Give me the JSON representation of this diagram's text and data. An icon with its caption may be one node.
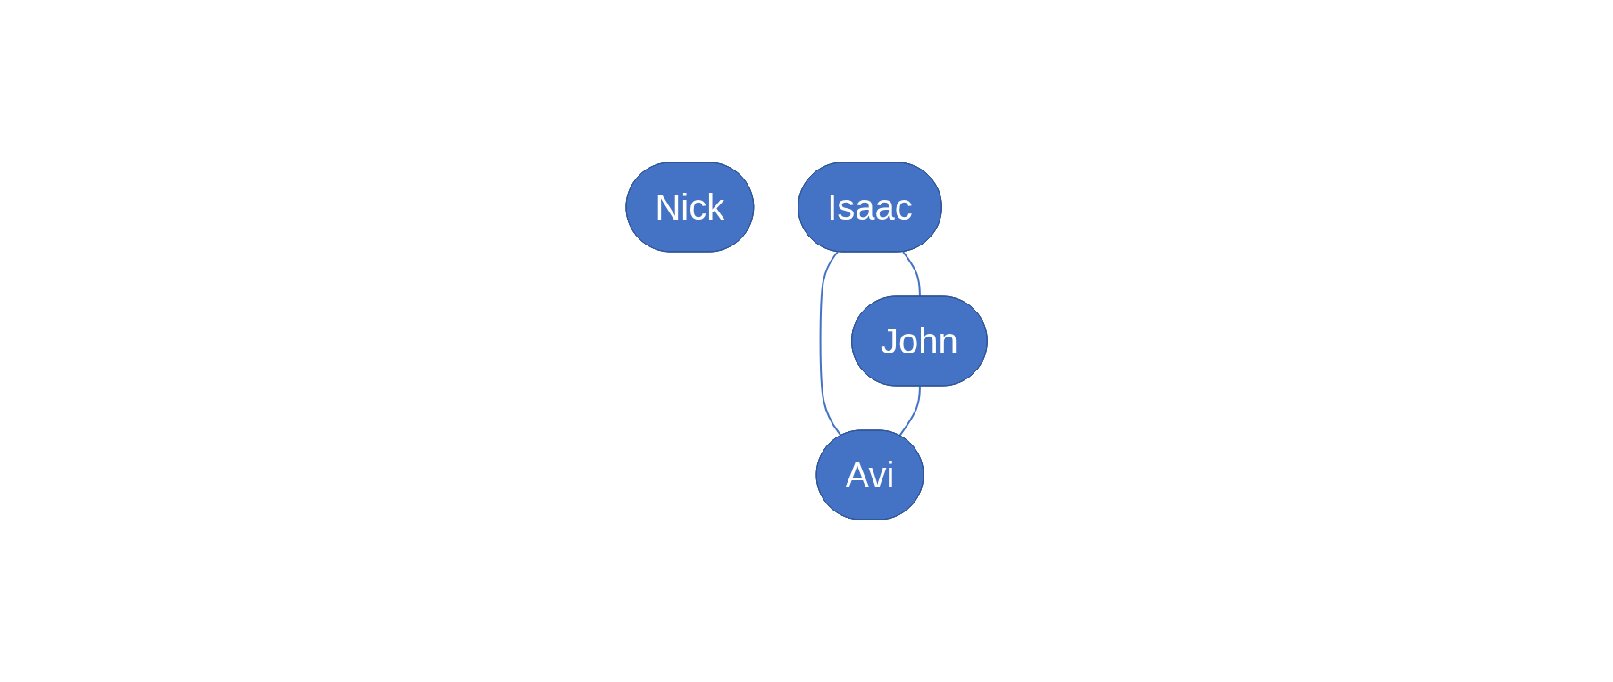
{
  "diagram": {
    "nodes": [
      {
        "text": [
          "Nick"
        ]
      },
      {
        "text": [
          "Isaac"
        ]
      },
      {
        "text": [
          "John"
        ]
      },
      {
        "text": [
          "Avi"
        ]
      }
    ],
    "edges": [
      {
        "from": 1,
        "to": 2,
        "arrow": "none"
      },
      {
        "from": 1,
        "to": 3,
        "arrow": "none"
      },
      {
        "from": 2,
        "to": 3,
        "arrow": "none"
      }
    ]
  }
}
